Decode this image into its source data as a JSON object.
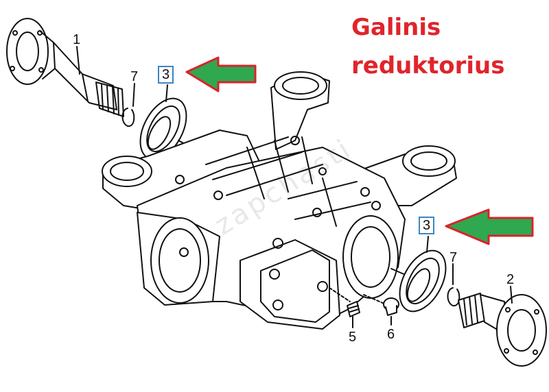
{
  "title": {
    "line1": "Galinis",
    "line2": "reduktorius"
  },
  "callouts": {
    "part1": "1",
    "part2": "2",
    "part3_left": "3",
    "part3_right": "3",
    "part5": "5",
    "part6": "6",
    "part7_left": "7",
    "part7_right": "7"
  },
  "watermark": "zapchasti",
  "colors": {
    "title": "#e0242b",
    "arrow_fill": "#2fa84f",
    "arrow_stroke": "#d9232b",
    "callout_box": "#3c86c3",
    "line_art": "#111111"
  },
  "icons": [
    "arrow-left-icon"
  ]
}
